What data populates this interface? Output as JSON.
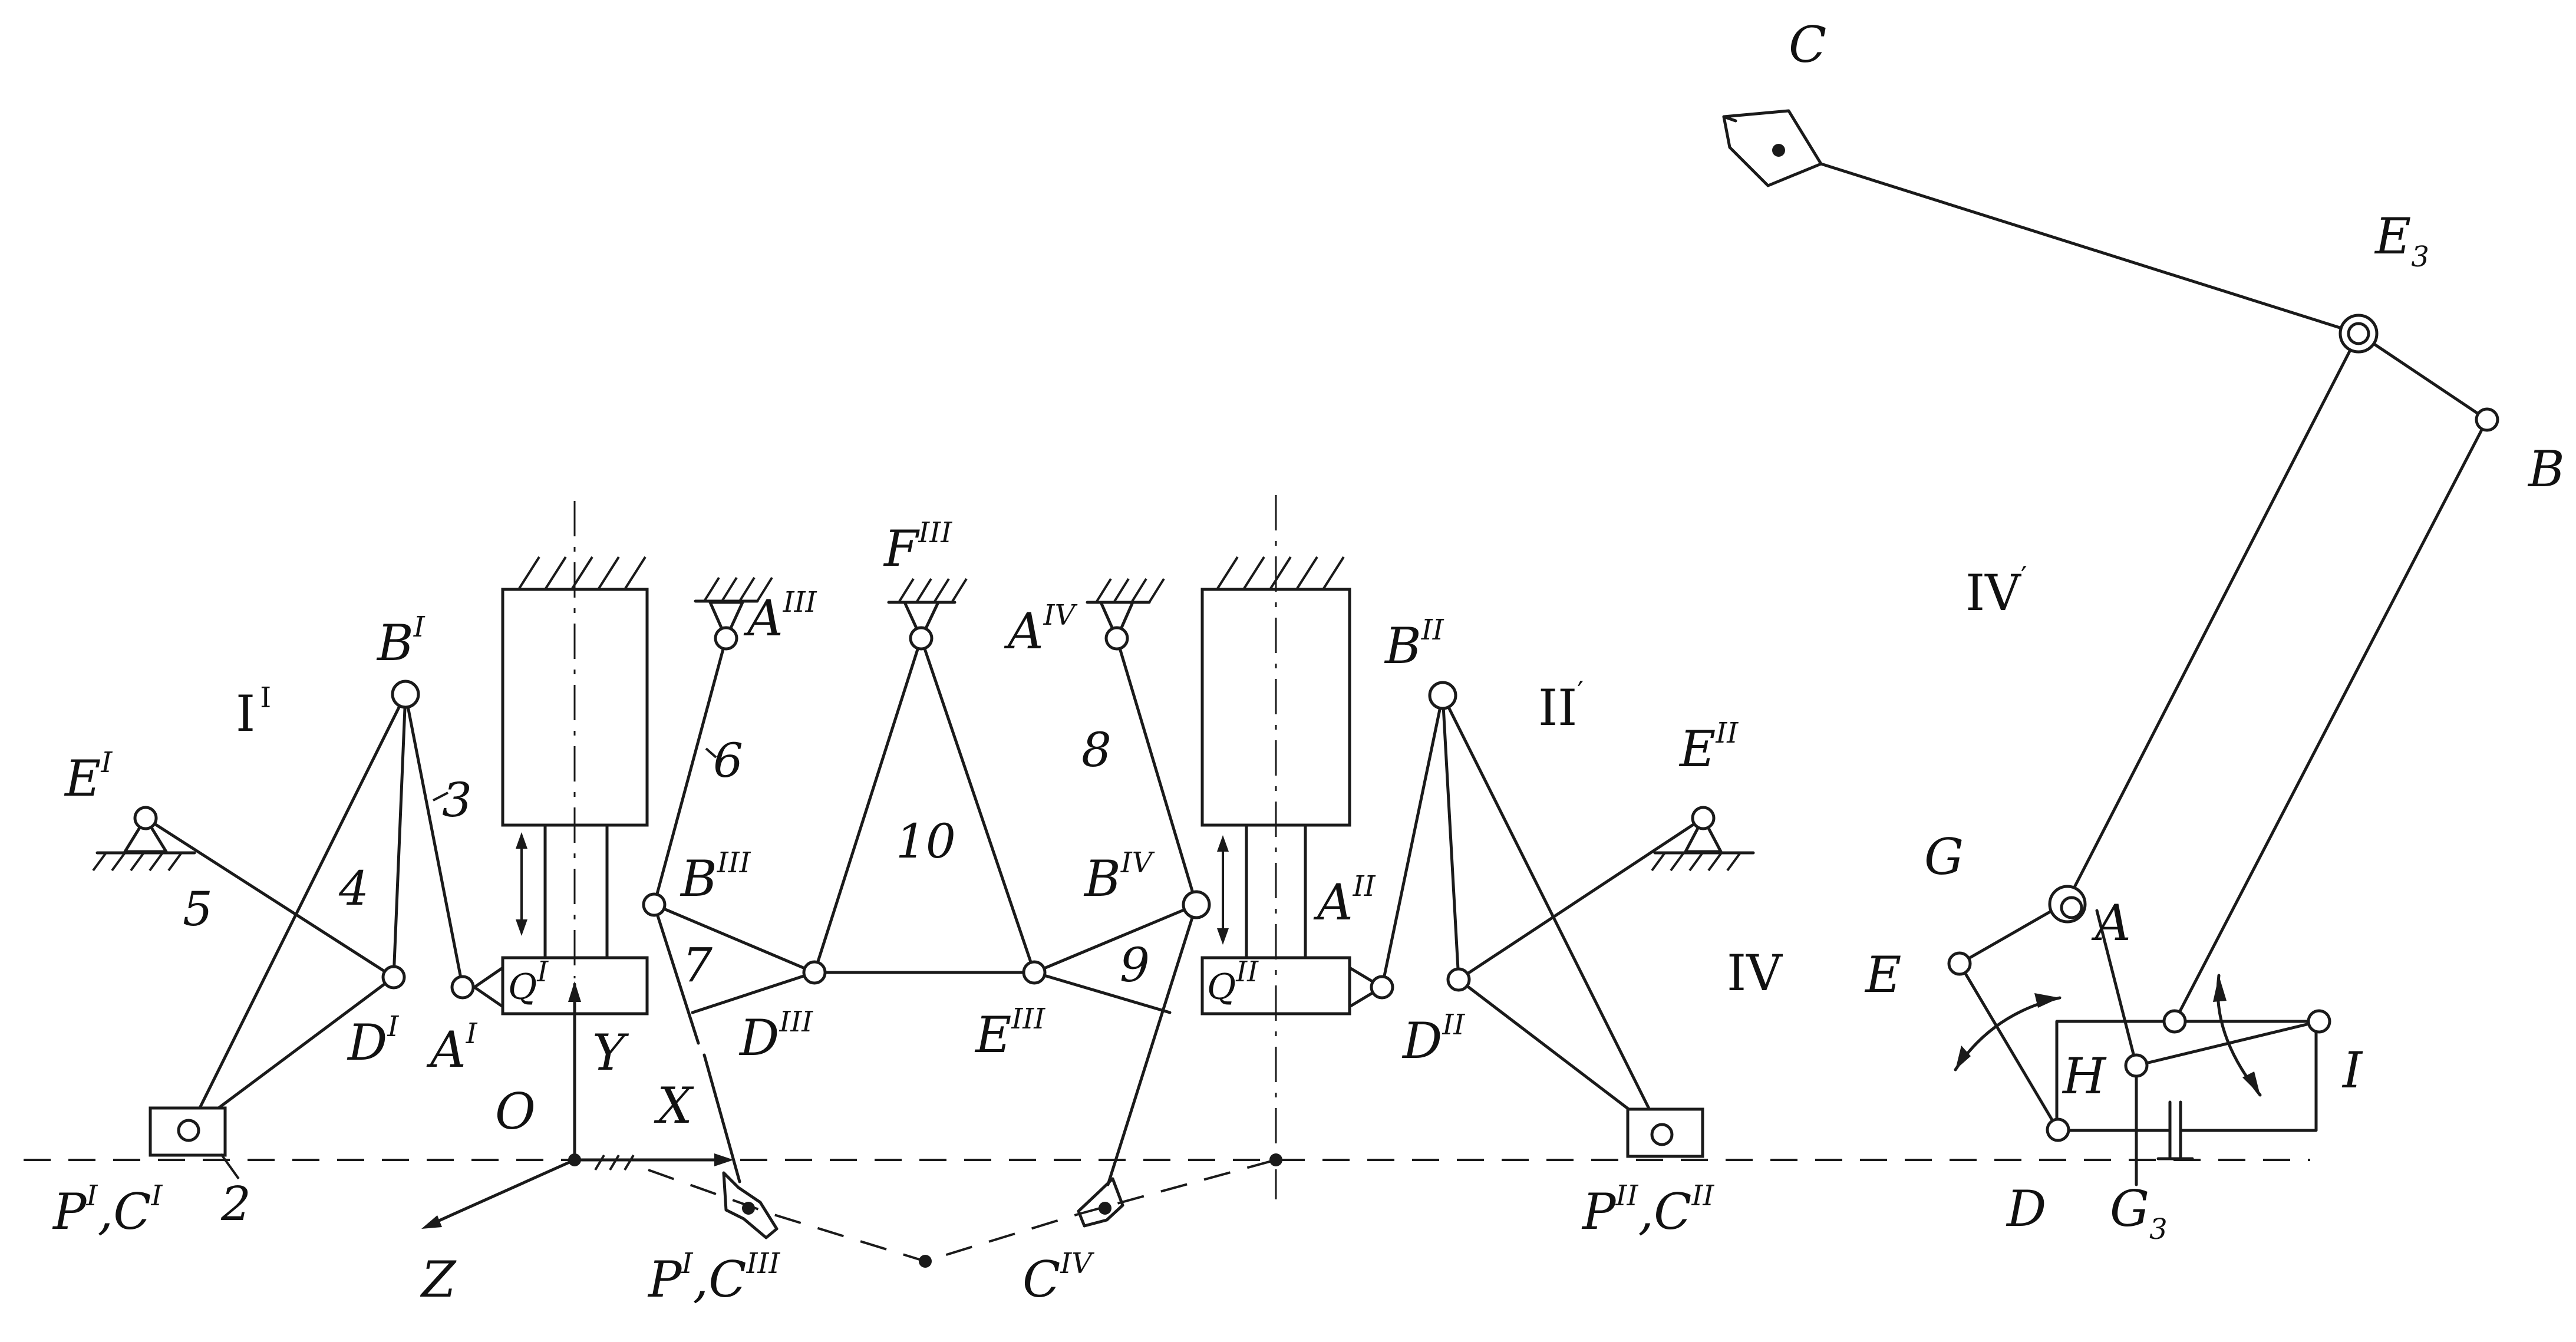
{
  "labels": {
    "C": "C",
    "E3": "E",
    "E3_sub": "3",
    "B": "B",
    "IVp": "IV",
    "IVp_mark": "′",
    "G": "G",
    "A": "A",
    "E": "E",
    "IV": "IV",
    "H": "H",
    "I": "I",
    "D": "D",
    "G3": "G",
    "G3_sub": "3",
    "BI": "B",
    "BI_sup": "I",
    "I_roman": "I",
    "I_mark": "I",
    "EI": "E",
    "EI_sup": "I",
    "n3": "3",
    "n4": "4",
    "n5": "5",
    "n2": "2",
    "DI": "D",
    "DI_sup": "I",
    "AI": "A",
    "AI_sup": "I",
    "QI": "Q",
    "QI_sup": "I",
    "Y": "Y",
    "O": "O",
    "X": "X",
    "Z": "Z",
    "PC_I": "P",
    "PC_I_sup1": "I",
    "PC_I_mid": ",C",
    "PC_I_sup2": "I",
    "AIII": "A",
    "AIII_sup": "III",
    "n6": "6",
    "n7": "7",
    "BIII": "B",
    "BIII_sup": "III",
    "DIII": "D",
    "DIII_sup": "III",
    "FIII": "F",
    "FIII_sup": "III",
    "n10": "10",
    "EIII": "E",
    "EIII_sup": "III",
    "AIV": "A",
    "AIV_sup": "IV",
    "n8": "8",
    "BIV": "B",
    "BIV_sup": "IV",
    "n9": "9",
    "QII": "Q",
    "QII_sup": "II",
    "AII": "A",
    "AII_sup": "II",
    "BII": "B",
    "BII_sup": "II",
    "IIp": "II",
    "IIp_mark": "′",
    "EII": "E",
    "EII_sup": "II",
    "DII": "D",
    "DII_sup": "II",
    "PC_III": "P",
    "PC_III_sup1": "I",
    "PC_III_mid": ",C",
    "PC_III_sup2": "III",
    "CIV": "C",
    "CIV_sup": "IV",
    "PC_II": "P",
    "PC_II_sup1": "II",
    "PC_II_mid": ",C",
    "PC_II_sup2": "II"
  }
}
